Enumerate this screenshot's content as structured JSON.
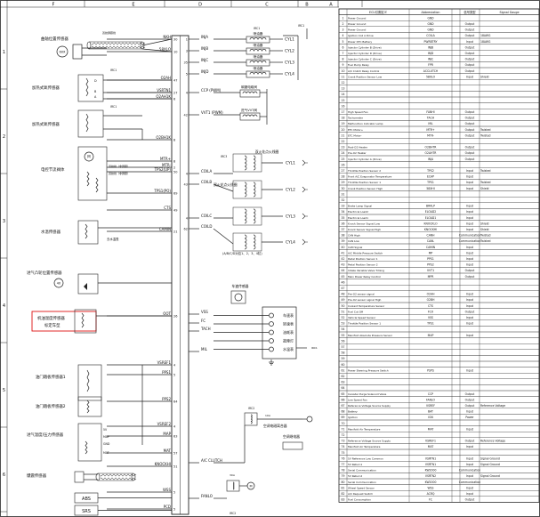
{
  "border": {
    "top_letters": [
      "F",
      "E",
      "D",
      "C",
      "B",
      "A"
    ],
    "side_numbers": [
      "1",
      "2",
      "3",
      "4",
      "5",
      "6"
    ]
  },
  "sensors": [
    {
      "label": "曲轴位置传感器"
    },
    {
      "label": "加热式氧传感器"
    },
    {
      "label": "加热式氧传感器"
    },
    {
      "label": "电控节流阀体"
    },
    {
      "label": "水温传感器"
    },
    {
      "label": "进气凸轮位置传感器"
    },
    {
      "label": "机油温度传感器"
    },
    {
      "label": "标定车型"
    },
    {
      "label": "油门踏板传感器1"
    },
    {
      "label": "油门踏板传感器2"
    },
    {
      "label": "进气温度/压力传感器"
    },
    {
      "label": "爆震传感器"
    }
  ],
  "badges": {
    "b1": "60X",
    "b2": "4X"
  },
  "ecu_left_pins": [
    {
      "name": "NKH",
      "num": "30"
    },
    {
      "name": "58XLO",
      "num": "10"
    },
    {
      "name": "O2AH",
      "num": "47"
    },
    {
      "name": "VSRTN1",
      "num": "27"
    },
    {
      "name": "O2AH1K",
      "num": "6"
    },
    {
      "name": "O2BH1K",
      "num": "8"
    },
    {
      "name": "MTR+",
      "num": "8"
    },
    {
      "name": "MTR-",
      "num": "2"
    },
    {
      "name": "TPS2(UP)",
      "num": "50"
    },
    {
      "name": "TPS1(PO)",
      "num": "69"
    },
    {
      "name": "CTS",
      "num": "49"
    },
    {
      "name": "CAMIN",
      "num": "21"
    },
    {
      "name": "OOT",
      "num": "26"
    },
    {
      "name": "VSREF1",
      "num": "4"
    },
    {
      "name": "PPS1",
      "num": "5"
    },
    {
      "name": "PPS2",
      "num": "64"
    },
    {
      "name": "VSREF2",
      "num": "4"
    },
    {
      "name": "MAP",
      "num": "63"
    },
    {
      "name": "MAT",
      "num": "57"
    },
    {
      "name": "KNOCKHI",
      "num": "51"
    },
    {
      "name": "WSS",
      "num": "5"
    },
    {
      "name": "PCD",
      "num": "5"
    }
  ],
  "ecu_right_pins": [
    {
      "name": "INJA",
      "num": "1"
    },
    {
      "name": "INJB",
      "num": "3"
    },
    {
      "name": "INJC",
      "num": "35"
    },
    {
      "name": "INJD",
      "num": "5"
    },
    {
      "name": "CCP (PWM)",
      "num": "4"
    },
    {
      "name": "VVT1 (PWM)",
      "num": "42"
    },
    {
      "name": "COILA",
      "num": "4"
    },
    {
      "name": "COILB",
      "num": "43"
    },
    {
      "name": "COILC",
      "num": "4"
    },
    {
      "name": "COILD",
      "num": "62"
    },
    {
      "name": "VSS",
      "num": ""
    },
    {
      "name": "FC",
      "num": ""
    },
    {
      "name": "TACH",
      "num": ""
    },
    {
      "name": "MIL",
      "num": ""
    },
    {
      "name": "A/C CLUTCH",
      "num": ""
    },
    {
      "name": "FANLO",
      "num": ""
    }
  ],
  "injectors": [
    {
      "label": "喷油器",
      "cyl": "CYL1"
    },
    {
      "label": "喷油器",
      "cyl": "CYL2"
    },
    {
      "label": "喷油器",
      "cyl": "CYL3"
    },
    {
      "label": "喷油器",
      "cyl": "CYL4"
    }
  ],
  "valve_labels": {
    "canister": "碳罐电磁阀",
    "vvt": "进气VVT阀"
  },
  "coil_labels": {
    "coil1": "双火花点火线圈",
    "coil2": "双火花点火线圈",
    "note": "(A/B/C/D对应1、2、3、4缸)"
  },
  "spark_cyls": [
    "CYL1",
    "CYL2",
    "CYL3",
    "CYL4"
  ],
  "cluster": {
    "title": "车速传感器",
    "items": [
      "车速表",
      "转速表",
      "油耗表",
      "故障灯",
      "水温表"
    ]
  },
  "relay_labels": {
    "ac": "空调电磁离合器",
    "ac_relay": "空调继电器",
    "fan": "风扇继电器"
  },
  "bottom_boxes": [
    {
      "label": "ABS"
    },
    {
      "label": "SRS"
    }
  ],
  "table": {
    "headers": [
      "",
      "ECU引脚定义",
      "Abbreviation",
      "",
      "信号类型",
      "Signal Gauge"
    ],
    "rows": [
      [
        "1",
        "Power Ground",
        "GND",
        "",
        "",
        ""
      ],
      [
        "2",
        "Power Ground",
        "GND",
        "",
        "Output",
        ""
      ],
      [
        "3",
        "Power Ground",
        "GND",
        "",
        "Output",
        ""
      ],
      [
        "4",
        "Ignition Coil A Drive",
        "COILA",
        "",
        "Output",
        "18AWG"
      ],
      [
        "5",
        "Power DTC Battery",
        "PWRBTRY",
        "",
        "Input",
        "18AWG"
      ],
      [
        "6",
        "Injector Cylinder B (Drive)",
        "INJB",
        "",
        "Output",
        ""
      ],
      [
        "7",
        "Injector Cylinder D (Drive)",
        "INJD",
        "",
        "Output",
        ""
      ],
      [
        "8",
        "Injector Cylinder C (Drive)",
        "INJC",
        "",
        "Output",
        ""
      ],
      [
        "9",
        "Fuel Pump Relay",
        "FPR",
        "",
        "Output",
        ""
      ],
      [
        "10",
        "A/C Clutch Relay Control",
        "ACCLUTCH",
        "",
        "Output",
        ""
      ],
      [
        "11",
        "Crank Position Sensor Low",
        "58XLO",
        "",
        "Input",
        "Shield"
      ],
      [
        "12",
        "",
        "",
        "",
        "",
        ""
      ],
      [
        "13",
        "",
        "",
        "",
        "",
        ""
      ],
      [
        "14",
        "",
        "",
        "",
        "",
        ""
      ],
      [
        "15",
        "",
        "",
        "",
        "",
        ""
      ],
      [
        "16",
        "",
        "",
        "",
        "",
        ""
      ],
      [
        "17",
        "High Speed Fan",
        "FANHI",
        "",
        "Output",
        ""
      ],
      [
        "18",
        "Tachometer",
        "TACH",
        "",
        "Output",
        ""
      ],
      [
        "19",
        "Malfunction Indicator Lamp",
        "MIL",
        "",
        "Output",
        ""
      ],
      [
        "20",
        "ETC Motor+",
        "MTR+",
        "",
        "Output",
        "Twisted"
      ],
      [
        "21",
        "ETC Motor-",
        "MTR-",
        "",
        "Output",
        "Twisted"
      ],
      [
        "22",
        "",
        "",
        "",
        "",
        ""
      ],
      [
        "23",
        "Post-O2 Heater",
        "O2BHTR",
        "",
        "Output",
        ""
      ],
      [
        "24",
        "Pre-O2 Heater",
        "O2AHTR",
        "",
        "Output",
        ""
      ],
      [
        "25",
        "Injector Cylinder A (Drive)",
        "INJA",
        "",
        "Output",
        ""
      ],
      [
        "26",
        "",
        "",
        "",
        "",
        ""
      ],
      [
        "27",
        "Throttle Position Sensor 2",
        "TPS2",
        "",
        "Input",
        "Twisted"
      ],
      [
        "28",
        "Front A/C Evaporator Temperature",
        "ECAP",
        "",
        "Input",
        ""
      ],
      [
        "29",
        "Throttle Position Sensor 1",
        "TPS1",
        "",
        "Input",
        "Twisted"
      ],
      [
        "30",
        "Crank Position Sensor High",
        "58XHI",
        "",
        "Input",
        "Shield"
      ],
      [
        "31",
        "",
        "",
        "",
        "",
        ""
      ],
      [
        "32",
        "",
        "",
        "",
        "",
        ""
      ],
      [
        "33",
        "Brake Lamp Signal",
        "BRKLP",
        "",
        "Input",
        ""
      ],
      [
        "34",
        "Electrical Load2",
        "ELOAD2",
        "",
        "Input",
        ""
      ],
      [
        "35",
        "Electrical Load1",
        "ELOAD1",
        "",
        "Input",
        ""
      ],
      [
        "36",
        "Knock Sensor Signal Low",
        "KNOCKLO",
        "",
        "Input",
        "Shield"
      ],
      [
        "37",
        "Knock Sensor Signal High",
        "KNOCKHI",
        "",
        "Input",
        "Shield"
      ],
      [
        "38",
        "CAN High",
        "CANH",
        "",
        "Communication",
        "Twisted"
      ],
      [
        "39",
        "CAN Low",
        "CANL",
        "",
        "Communication",
        "Twisted"
      ],
      [
        "40",
        "CAM Signal",
        "CAMIN",
        "",
        "Input",
        ""
      ],
      [
        "41",
        "A/C Middle Pressure Switch",
        "MP",
        "",
        "Input",
        ""
      ],
      [
        "42",
        "Pedal Position Sensor 1",
        "PPS1",
        "",
        "Input",
        ""
      ],
      [
        "43",
        "Pedal Position Sensor 2",
        "PPS2",
        "",
        "Input",
        ""
      ],
      [
        "44",
        "Intake Variable Valve Timing",
        "VVT1",
        "",
        "Output",
        ""
      ],
      [
        "45",
        "Main Power Relay Control",
        "MPR",
        "",
        "Output",
        ""
      ],
      [
        "46",
        "",
        "",
        "",
        "",
        ""
      ],
      [
        "47",
        "",
        "",
        "",
        "",
        ""
      ],
      [
        "48",
        "Pre-O2 sensor signal",
        "O2AH",
        "",
        "Input",
        ""
      ],
      [
        "49",
        "Pre-O2 sensor signal High",
        "O2BH",
        "",
        "Input",
        ""
      ],
      [
        "50",
        "Coolant Temperature Sensor",
        "CTS",
        "",
        "Input",
        ""
      ],
      [
        "51",
        "Fuel Cut Off",
        "FCO",
        "",
        "Output",
        ""
      ],
      [
        "52",
        "Vehicle Speed Sensor",
        "VSS",
        "",
        "Input",
        ""
      ],
      [
        "53",
        "Throttle Position Sensor 1",
        "TPS1",
        "",
        "Input",
        ""
      ],
      [
        "54",
        "",
        "",
        "",
        "",
        ""
      ],
      [
        "55",
        "Manifold Absolute Pressure Sensor",
        "MAP",
        "",
        "Input",
        ""
      ],
      [
        "56",
        "",
        "",
        "",
        "",
        ""
      ],
      [
        "57",
        "",
        "",
        "",
        "",
        ""
      ],
      [
        "58",
        "",
        "",
        "",
        "",
        ""
      ],
      [
        "59",
        "",
        "",
        "",
        "",
        ""
      ],
      [
        "60",
        "",
        "",
        "",
        "",
        ""
      ],
      [
        "61",
        "Power Steering Pressure Switch",
        "PSPS",
        "",
        "Input",
        ""
      ],
      [
        "62",
        "",
        "",
        "",
        "",
        ""
      ],
      [
        "63",
        "",
        "",
        "",
        "",
        ""
      ],
      [
        "64",
        "",
        "",
        "",
        "",
        ""
      ],
      [
        "65",
        "Canister Purge Solenoid Valve",
        "CCP",
        "",
        "Output",
        ""
      ],
      [
        "66",
        "Low Speed Fan",
        "FANLO",
        "",
        "Output",
        ""
      ],
      [
        "67",
        "Reference Voltage Source Supply",
        "VSREF",
        "",
        "Output",
        "Reference Voltage"
      ],
      [
        "68",
        "Battery",
        "BAT",
        "",
        "Input",
        ""
      ],
      [
        "69",
        "Ignition",
        "IGN",
        "",
        "Power",
        ""
      ],
      [
        "70",
        "",
        "",
        "",
        "",
        ""
      ],
      [
        "71",
        "Manifold Air Temperature",
        "MAT",
        "",
        "Input",
        ""
      ],
      [
        "72",
        "",
        "",
        "",
        "",
        ""
      ],
      [
        "73",
        "Reference Voltage Source Supply",
        "VSREF1",
        "",
        "Output",
        "Reference Voltage"
      ],
      [
        "74",
        "Manifold Air Temperature",
        "MAT",
        "",
        "Input",
        ""
      ],
      [
        "75",
        "",
        "",
        "",
        "",
        ""
      ],
      [
        "76",
        "5V Reference Low Common",
        "VSRTN1",
        "",
        "Input",
        "Signal Ground"
      ],
      [
        "77",
        "5V Return1",
        "VSRTN1",
        "",
        "Input",
        "Signal Ground"
      ],
      [
        "78",
        "Serial Communication",
        "KW2000",
        "",
        "Communication",
        ""
      ],
      [
        "79",
        "5V Return2",
        "VSRTN2",
        "",
        "Input",
        "Signal Ground"
      ],
      [
        "80",
        "Serial Communication",
        "KW2000",
        "",
        "Communication",
        ""
      ],
      [
        "81",
        "Wheel Speed Sensor",
        "WSS",
        "",
        "Input",
        ""
      ],
      [
        "82",
        "A/C Request Switch",
        "ACRQ",
        "",
        "Input",
        ""
      ],
      [
        "83",
        "Fuel Consumption",
        "FC",
        "",
        "Output",
        ""
      ]
    ]
  }
}
